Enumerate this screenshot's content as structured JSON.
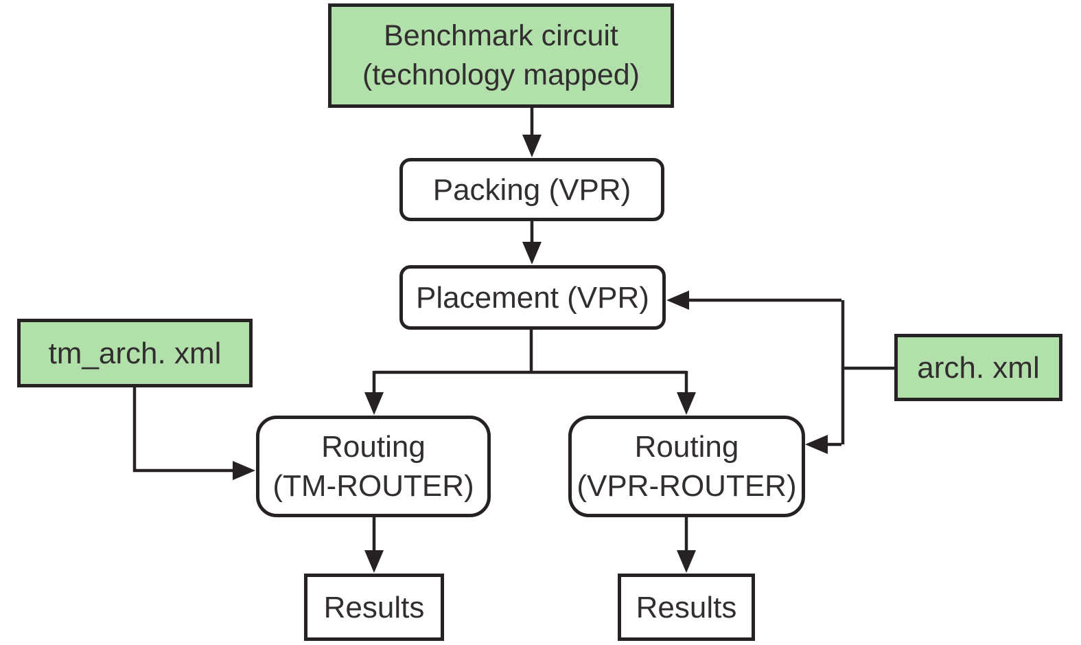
{
  "colors": {
    "node-green": "#b2e0aa",
    "node-white": "#ffffff",
    "stroke": "#262223",
    "text": "#322e2f",
    "background": "#ffffff"
  },
  "diagram": {
    "nodes": {
      "benchmark": {
        "line1": "Benchmark circuit",
        "line2": "(technology mapped)"
      },
      "packing": {
        "label": "Packing (VPR)"
      },
      "placement": {
        "label": "Placement (VPR)"
      },
      "routing_tm": {
        "line1": "Routing",
        "line2": "(TM-ROUTER)"
      },
      "routing_vpr": {
        "line1": "Routing",
        "line2": "(VPR-ROUTER)"
      },
      "results_left": {
        "label": "Results"
      },
      "results_right": {
        "label": "Results"
      },
      "tm_arch": {
        "label": "tm_arch. xml"
      },
      "arch": {
        "label": "arch. xml"
      }
    },
    "edges": [
      {
        "from": "benchmark-circuit",
        "to": "packing"
      },
      {
        "from": "packing",
        "to": "placement"
      },
      {
        "from": "placement",
        "to": "routing-tm-router"
      },
      {
        "from": "placement",
        "to": "routing-vpr-router"
      },
      {
        "from": "routing-tm-router",
        "to": "results-left"
      },
      {
        "from": "routing-vpr-router",
        "to": "results-right"
      },
      {
        "from": "tm_arch.xml",
        "to": "routing-tm-router"
      },
      {
        "from": "arch.xml",
        "to": "placement"
      },
      {
        "from": "arch.xml",
        "to": "routing-vpr-router"
      }
    ]
  }
}
